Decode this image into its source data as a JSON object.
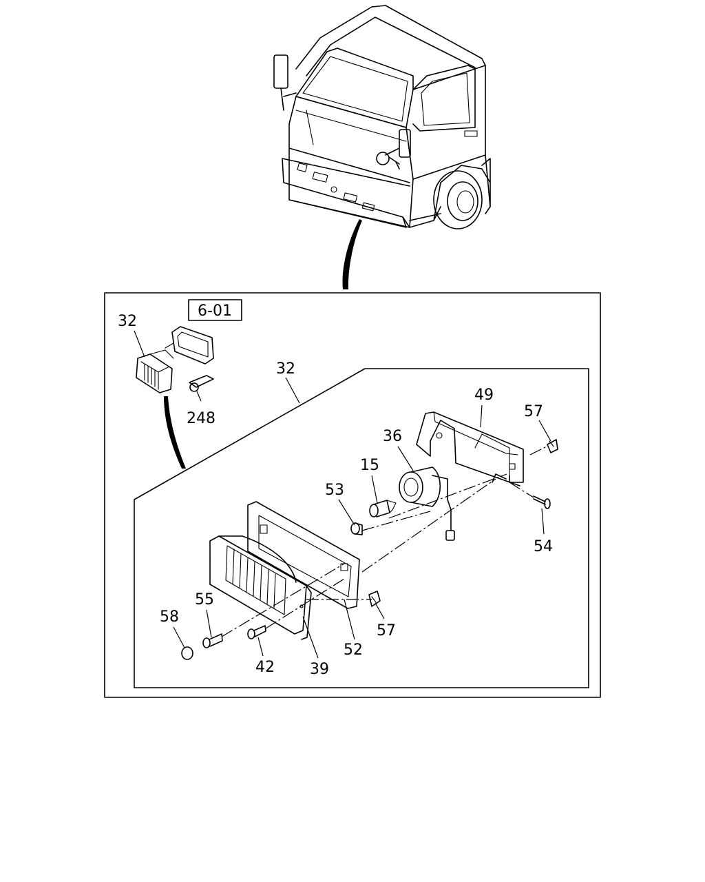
{
  "diagram": {
    "ref_box": "6-01",
    "callouts": {
      "c32a": "32",
      "c248": "248",
      "c32b": "32",
      "c49": "49",
      "c57a": "57",
      "c36": "36",
      "c15": "15",
      "c53": "53",
      "c54": "54",
      "c55": "55",
      "c58": "58",
      "c42": "42",
      "c39": "39",
      "c52": "52",
      "c57b": "57"
    }
  }
}
